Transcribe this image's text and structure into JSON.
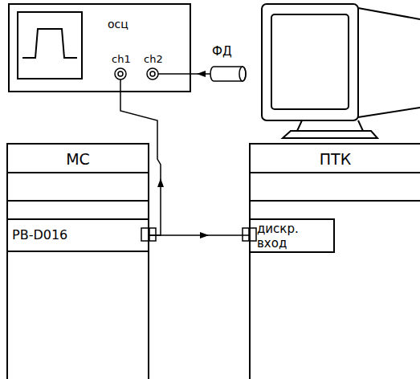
{
  "diagram": {
    "nodes": [
      {
        "text": [
          "осц"
        ]
      },
      {
        "text": [
          "ФД"
        ]
      },
      {
        "text": [
          "МС"
        ]
      },
      {
        "text": [
          "PB-D016"
        ],
        "in": 2
      },
      {
        "text": [
          "ПТК"
        ]
      },
      {
        "text": [
          "дискр. вход"
        ],
        "in": 4
      }
    ],
    "edges": [
      {
        "from": 3,
        "to": 5,
        "arrow": "to"
      },
      {
        "from": 3,
        "to": 0,
        "arrow": "to"
      },
      {
        "from": 1,
        "to": 0,
        "arrow": "to"
      }
    ],
    "labels": [
      "ch1",
      "ch2"
    ]
  }
}
